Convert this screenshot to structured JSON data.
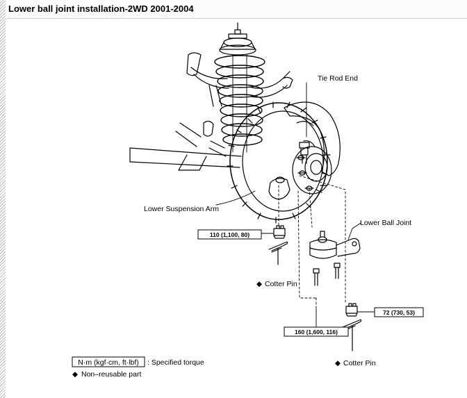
{
  "title": "Lower ball joint installation-2WD 2001-2004",
  "labels": {
    "tie_rod_end": "Tie Rod End",
    "lower_suspension_arm": "Lower Suspension Arm",
    "lower_ball_joint": "Lower Ball Joint",
    "cotter_pin_1": "Cotter Pin",
    "cotter_pin_2": "Cotter Pin"
  },
  "torques": {
    "lower_arm_nut": "110 (1,100, 80)",
    "ball_joint_bolts": "160 (1,600, 116)",
    "tie_rod_nut": "72 (730, 53)"
  },
  "legend": {
    "torque_units": "N·m (kgf·cm, ft·lbf)",
    "torque_desc": ": Specified torque",
    "non_reusable": "Non–reusable part"
  },
  "symbols": {
    "non_reusable_marker": "◆"
  }
}
